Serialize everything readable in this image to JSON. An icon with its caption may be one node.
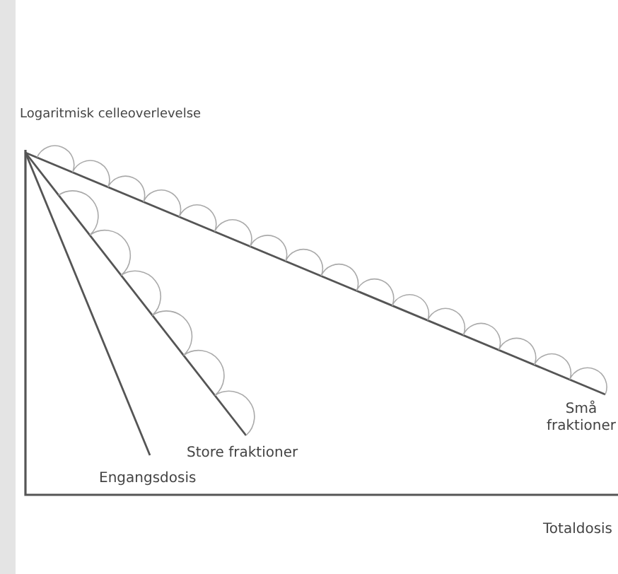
{
  "diagram": {
    "labels": [
      "Logaritmisk celleoverlevelse",
      "Små fraktioner",
      "Store fraktioner",
      "Engangsdosis",
      "Totaldosis"
    ]
  }
}
